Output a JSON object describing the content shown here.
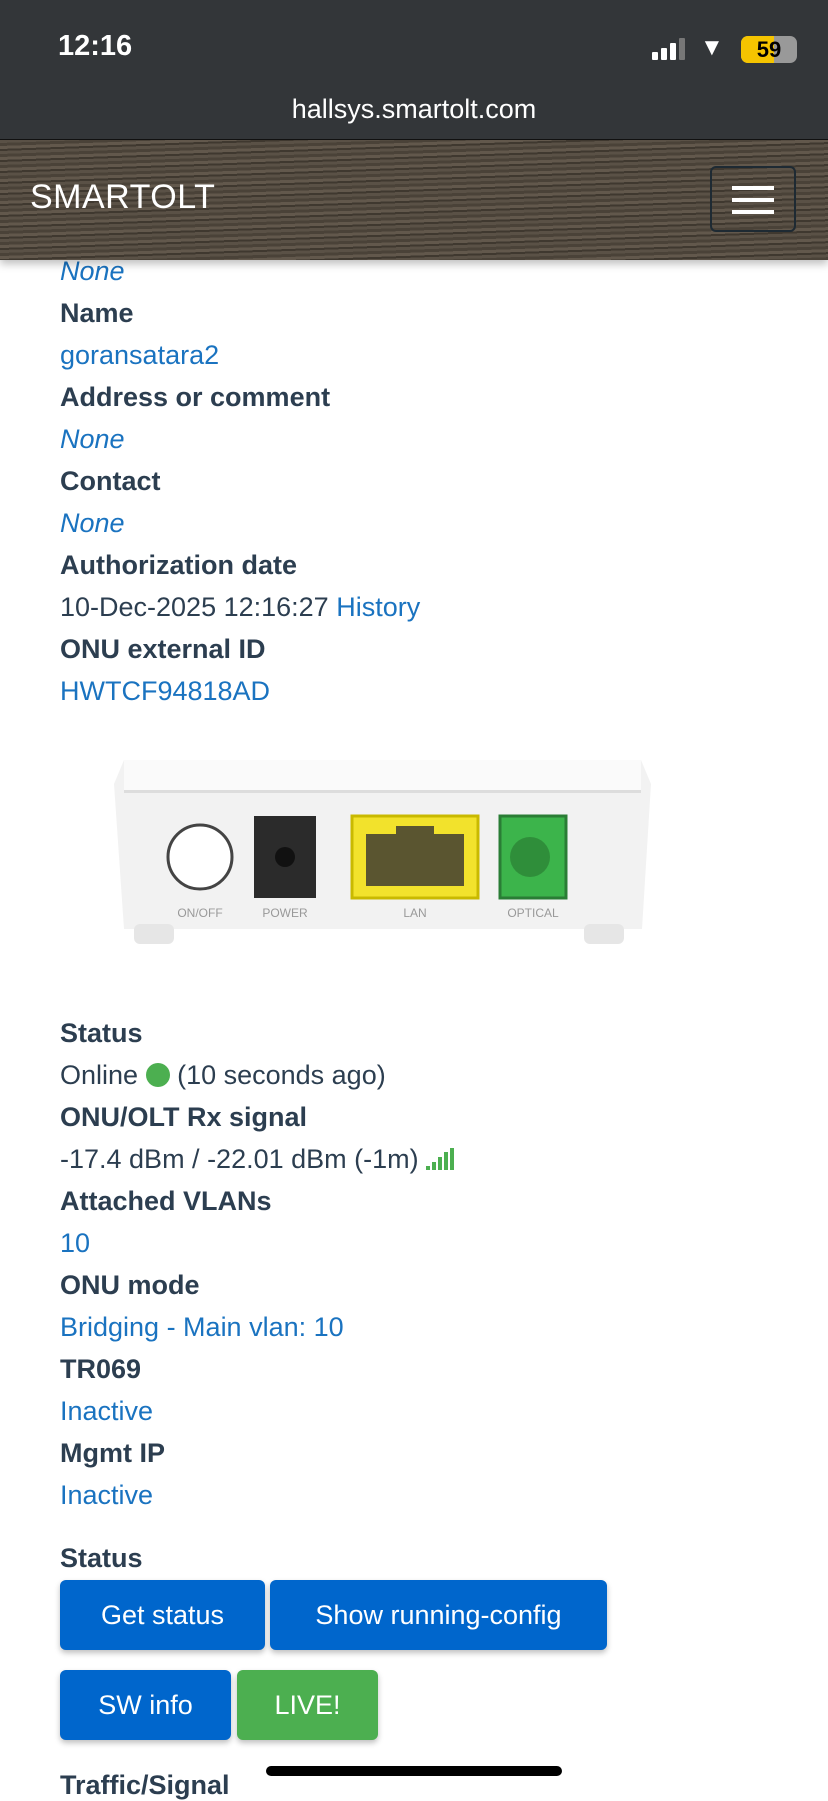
{
  "status_bar": {
    "time": "12:16",
    "battery": "59",
    "battery_level": 0.59,
    "url": "hallsys.smartolt.com"
  },
  "navbar": {
    "brand": "SMARTOLT",
    "menu_icon": "hamburger-icon"
  },
  "details": [
    {
      "value": "None",
      "style": "it"
    },
    {
      "label": "Name"
    },
    {
      "value": "goransatara2",
      "style": "link"
    },
    {
      "label": "Address or comment"
    },
    {
      "value": "None",
      "style": "it"
    },
    {
      "label": "Contact"
    },
    {
      "value": "None",
      "style": "it"
    },
    {
      "label": "Authorization date"
    },
    {
      "label": "ONU external ID"
    },
    {
      "value": "HWTCF94818AD",
      "style": "link"
    }
  ],
  "authorization": {
    "date": "10-Dec-2025 12:16:27",
    "history_link": "History"
  },
  "device_ports": [
    "ON/OFF",
    "POWER",
    "LAN",
    "OPTICAL"
  ],
  "status": {
    "status_label": "Status",
    "status_value": "Online",
    "status_ago": "(10 seconds ago)",
    "signal_label": "ONU/OLT Rx signal",
    "signal_value": "-17.4 dBm / -22.01 dBm (-1m)",
    "vlans_label": "Attached VLANs",
    "vlans_value": "10",
    "mode_label": "ONU mode",
    "mode_value": "Bridging - Main vlan: 10",
    "tr069_label": "TR069",
    "tr069_value": "Inactive",
    "mgmt_label": "Mgmt IP",
    "mgmt_value": "Inactive"
  },
  "actions": {
    "section_label": "Status",
    "get_status": "Get status",
    "show_running_config": "Show running-config",
    "sw_info": "SW info",
    "live": "LIVE!"
  },
  "next_section": "Traffic/Signal",
  "colors": {
    "link": "#1a73c0",
    "button_blue": "#0066cc",
    "button_green": "#4caf50"
  }
}
